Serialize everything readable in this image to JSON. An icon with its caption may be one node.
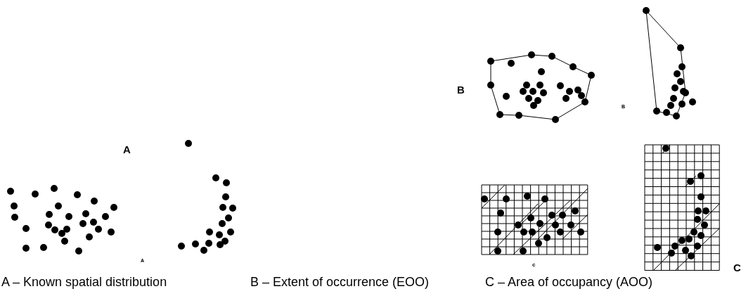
{
  "diagram": {
    "labels": [
      "B",
      "B",
      "A",
      "A",
      "C",
      "c",
      "A – Known spatial distribution",
      "B – Extent of occurrence (EOO)",
      "C – Area of occupancy (AOO)"
    ]
  }
}
